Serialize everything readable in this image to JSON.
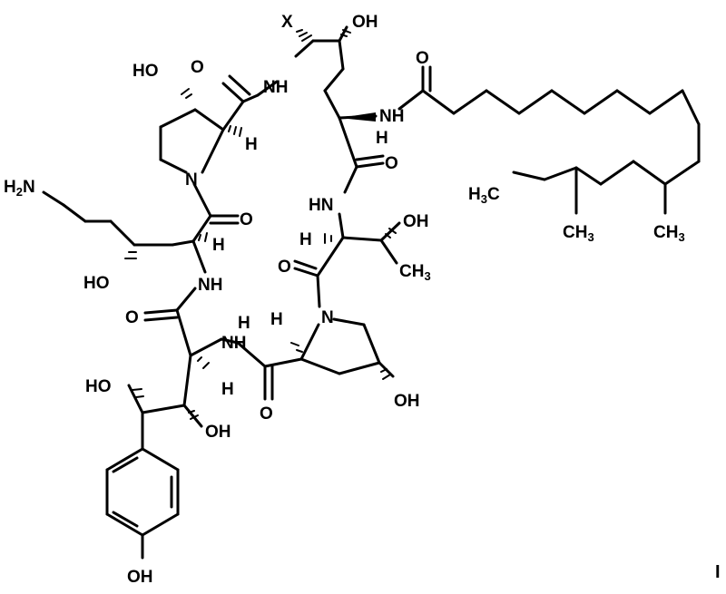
{
  "labels": {
    "x": "X",
    "oh_top": "OH",
    "nh_top": "NH",
    "o_amide_top": "O",
    "ho_pyr": "HO",
    "o_pyr_amide": "O",
    "h_pyr": "H",
    "nh_chain": "NH",
    "h_chain": "H",
    "o_chain": "O",
    "h2n": "H2N",
    "n_pyr1": "N",
    "o_orn": "O",
    "hn_mid": "HN",
    "oh_thr": "OH",
    "h_orn": "H",
    "h_thr": "H",
    "ho_orn": "HO",
    "nh_orn": "NH",
    "o_thr": "O",
    "ch3_thr": "CH3",
    "h3c_tail": "H3C",
    "ch3_tail1": "CH3",
    "ch3_tail2": "CH3",
    "o_hty": "O",
    "h_nh": "H",
    "nh_low": "NH",
    "h_pyr2": "H",
    "n_pyr2": "N",
    "ho_hty": "HO",
    "h_hty": "H",
    "o_low": "O",
    "oh_pyr2": "OH",
    "oh_hty2": "OH",
    "oh_phenol": "OH",
    "compound_id": "I"
  }
}
